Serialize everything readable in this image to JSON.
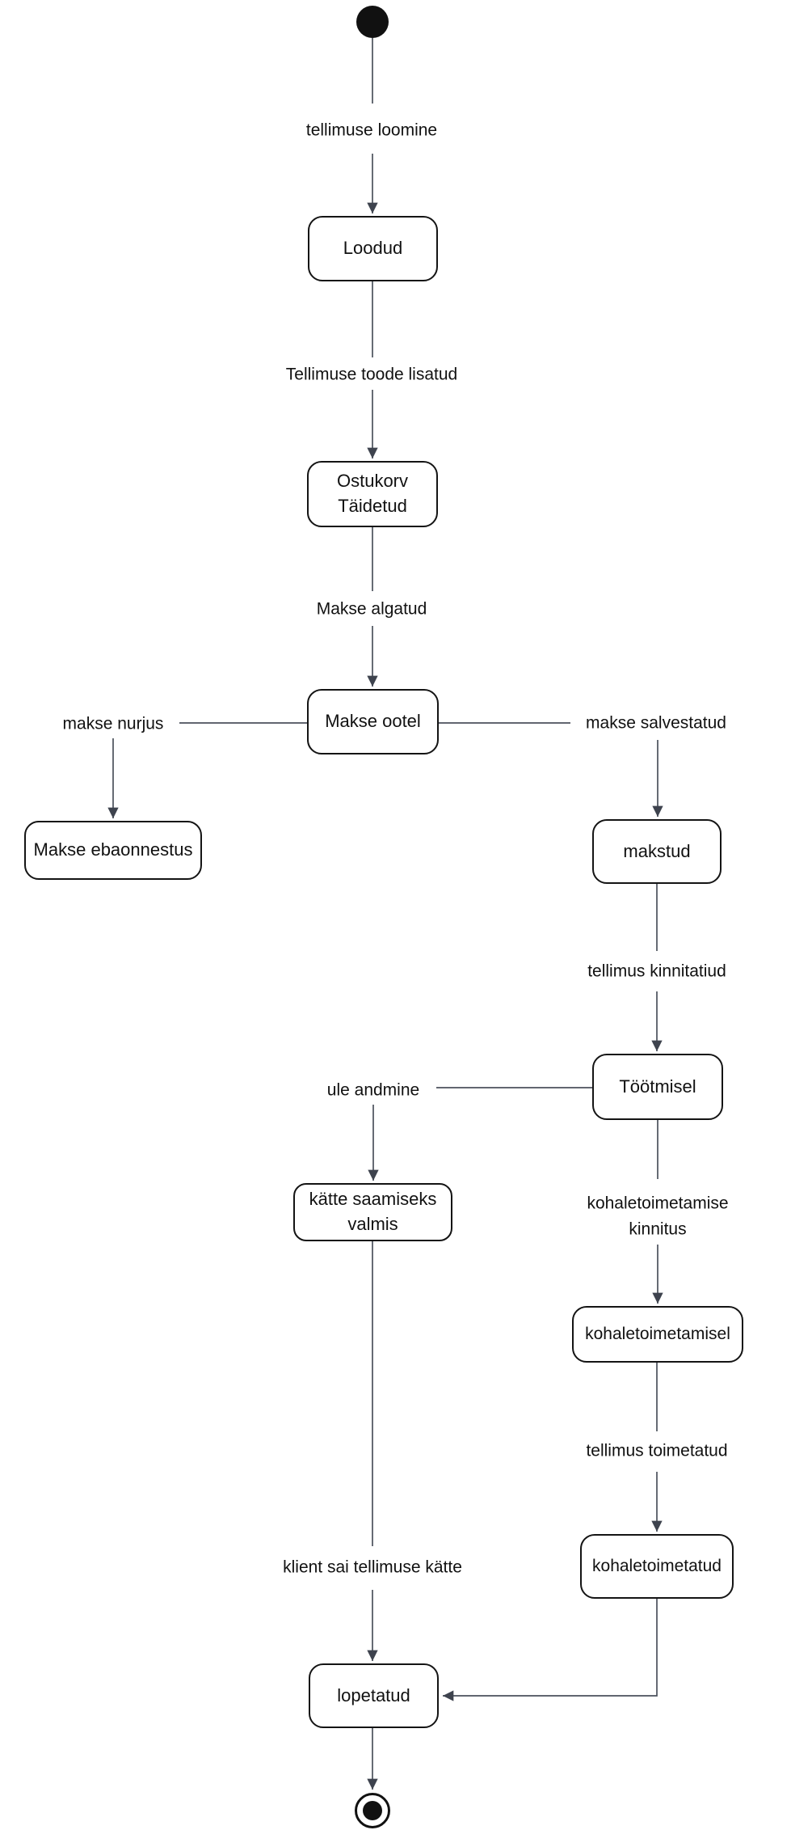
{
  "diagram_type": "uml-state-diagram",
  "colors": {
    "background": "#ffffff",
    "node_fill": "#ffffff",
    "node_border": "#141414",
    "connector": "#4b515c",
    "arrowhead": "#3e434e",
    "text": "#111111"
  },
  "nodes": {
    "initial": {
      "type": "initial-state"
    },
    "loodud": {
      "label": "Loodud"
    },
    "ostukorv_taidetud": {
      "label": "Ostukorv Täidetud"
    },
    "makse_ootel": {
      "label": "Makse ootel"
    },
    "makse_ebaonnestus": {
      "label": "Makse ebaonnestus"
    },
    "makstud": {
      "label": "makstud"
    },
    "tootmisel": {
      "label": "Töötmisel"
    },
    "katte_saamiseks_valmis": {
      "label": "kätte saamiseks valmis"
    },
    "kohaletoimetamisel": {
      "label": "kohaletoimetamisel"
    },
    "kohaletoimetatud": {
      "label": "kohaletoimetatud"
    },
    "lopetatud": {
      "label": "lopetatud"
    },
    "final": {
      "type": "final-state"
    }
  },
  "edges": [
    {
      "from": "initial",
      "to": "loodud",
      "label": "tellimuse loomine"
    },
    {
      "from": "loodud",
      "to": "ostukorv_taidetud",
      "label": "Tellimuse toode lisatud"
    },
    {
      "from": "ostukorv_taidetud",
      "to": "makse_ootel",
      "label": "Makse algatud"
    },
    {
      "from": "makse_ootel",
      "to": "makse_ebaonnestus",
      "label": "makse nurjus"
    },
    {
      "from": "makse_ootel",
      "to": "makstud",
      "label": "makse salvestatud"
    },
    {
      "from": "makstud",
      "to": "tootmisel",
      "label": "tellimus kinnitatiud"
    },
    {
      "from": "tootmisel",
      "to": "katte_saamiseks_valmis",
      "label": "ule andmine"
    },
    {
      "from": "tootmisel",
      "to": "kohaletoimetamisel",
      "label": "kohaletoimetamise kinnitus"
    },
    {
      "from": "kohaletoimetamisel",
      "to": "kohaletoimetatud",
      "label": "tellimus toimetatud"
    },
    {
      "from": "katte_saamiseks_valmis",
      "to": "lopetatud",
      "label": "klient sai tellimuse kätte"
    },
    {
      "from": "kohaletoimetatud",
      "to": "lopetatud",
      "label": ""
    },
    {
      "from": "lopetatud",
      "to": "final",
      "label": ""
    }
  ]
}
